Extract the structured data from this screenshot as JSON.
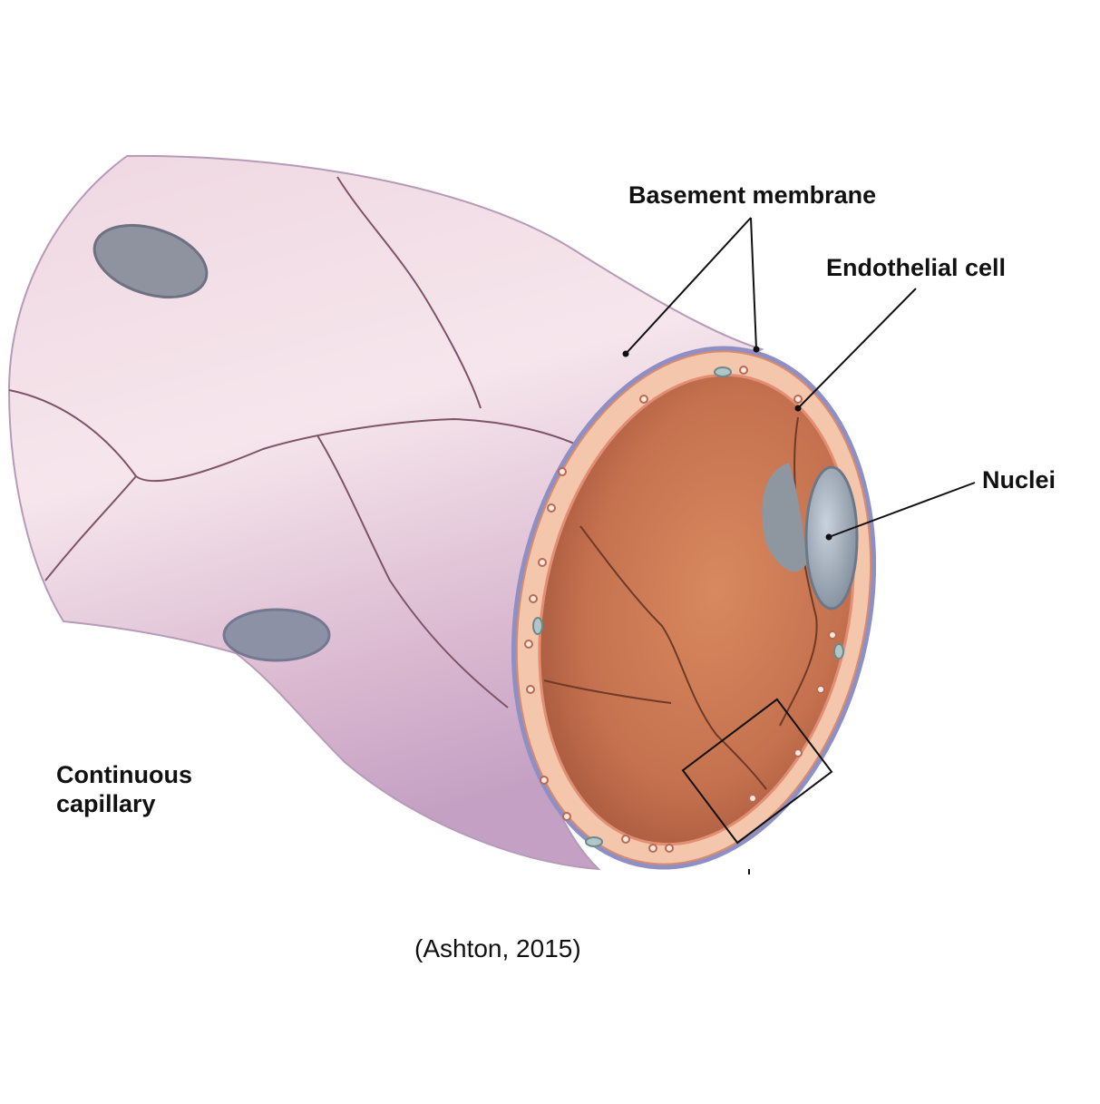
{
  "labels": {
    "basement_membrane": "Basement membrane",
    "endothelial_cell": "Endothelial cell",
    "nuclei": "Nuclei",
    "continuous_line1": "Continuous",
    "continuous_line2": "capillary"
  },
  "caption": "(Ashton, 2015)",
  "colors": {
    "tube_outer": "#ead0da",
    "tube_shadow": "#c7a3c3",
    "lumen": "#c7734f",
    "endothelium_rim": "#f3c4a8",
    "basement_membrane": "#8e8fc4",
    "nucleus": "#9aa6b4"
  }
}
